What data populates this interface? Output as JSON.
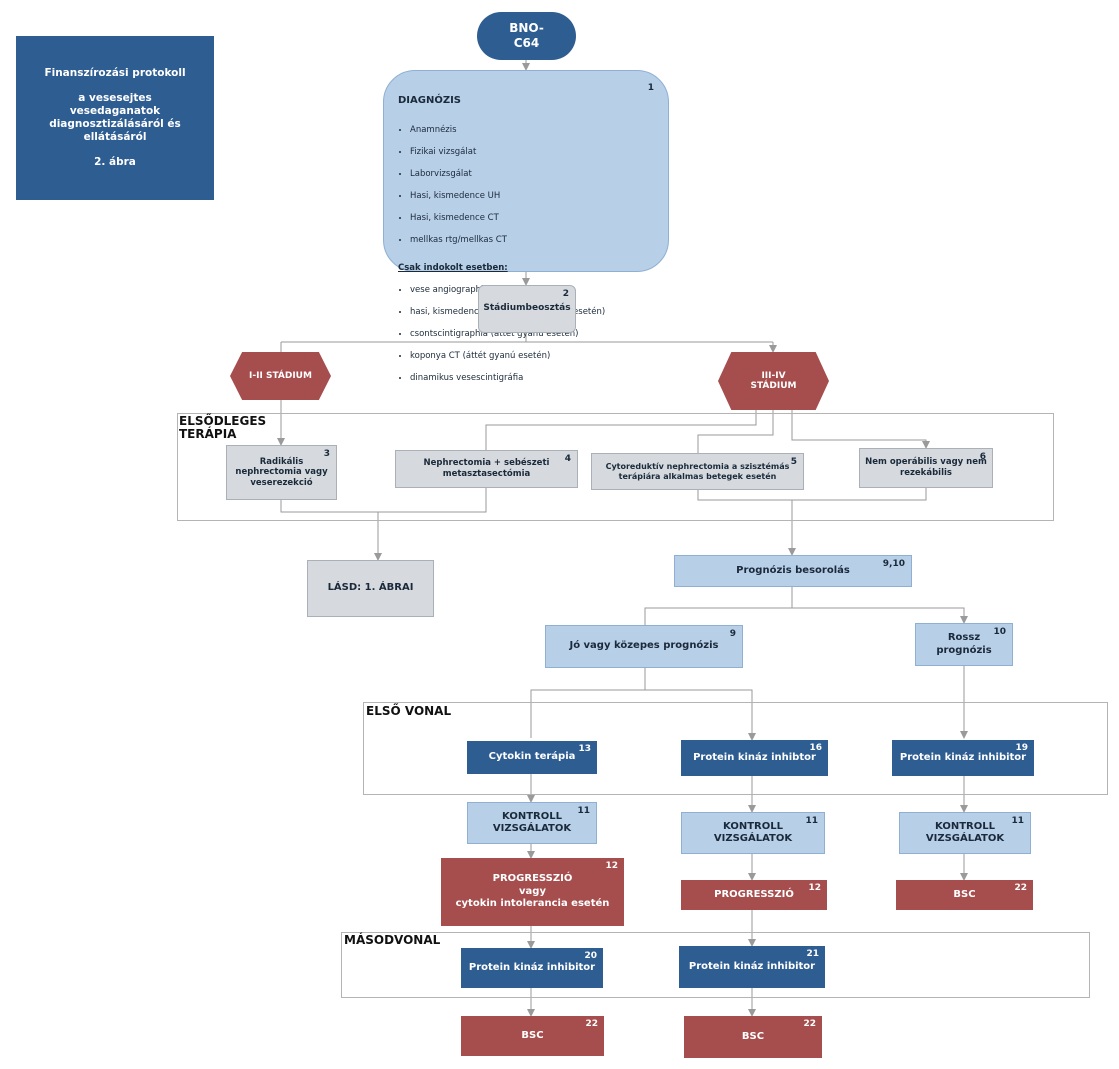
{
  "title_box": {
    "line1": "Finanszírozási protokoll",
    "line2": "a vesesejtes\nvesedaganatok\ndiagnosztizálásáról és\nellátásáról",
    "line3": "2. ábra"
  },
  "start": {
    "label": "BNO-\nC64"
  },
  "diagnosis": {
    "num": "1",
    "title": "DIAGNÓZIS",
    "items": [
      "Anamnézis",
      "Fizikai vizsgálat",
      "Laborvizsgálat",
      "Hasi, kismedence UH",
      "Hasi, kismedence CT",
      "mellkas rtg/mellkas CT"
    ],
    "sub_title": "Csak indokolt esetben:",
    "sub_items": [
      "vese angiographia",
      "hasi, kismedence MR (trombus gyanú esetén)",
      "csontscintigraphia (áttét gyanú esetén)",
      "koponya CT (áttét gyanú esetén)",
      "dinamikus vesescintigráfia"
    ]
  },
  "staging": {
    "num": "2",
    "label": "Stádiumbeosztás"
  },
  "stage_a": {
    "label": "I-II STÁDIUM"
  },
  "stage_b": {
    "label": "III-IV\nSTÁDIUM"
  },
  "regions": {
    "primary": "ELSŐDLEGES\nTERÁPIA",
    "first_line": "ELSŐ VONAL",
    "second_line": "MÁSODVONAL"
  },
  "therapies": [
    {
      "num": "3",
      "label": "Radikális\nnephrectomia vagy\nveserezekció"
    },
    {
      "num": "4",
      "label": "Nephrectomia + sebészeti\nmetasztasectómia"
    },
    {
      "num": "5",
      "label": "Cytoreduktív nephrectomia a szisztémás\nterápiára alkalmas betegek esetén"
    },
    {
      "num": "6",
      "label": "Nem operábilis vagy nem\nrezekábilis"
    }
  ],
  "see_fig": {
    "label": "LÁSD: 1. ÁBRAI"
  },
  "prognosis": {
    "num": "9,10",
    "label": "Prognózis besorolás"
  },
  "good": {
    "num": "9",
    "label": "Jó vagy közepes prognózis"
  },
  "bad": {
    "num": "10",
    "label": "Rossz\nprognózis"
  },
  "first_line_nodes": [
    {
      "num": "13",
      "label": "Cytokin terápia"
    },
    {
      "num": "16",
      "label": "Protein kináz inhibtor"
    },
    {
      "num": "19",
      "label": "Protein kináz inhibitor"
    }
  ],
  "controls": [
    {
      "num": "11",
      "label": "KONTROLL\nVIZSGÁLATOK"
    },
    {
      "num": "11",
      "label": "KONTROLL\nVIZSGÁLATOK"
    },
    {
      "num": "11",
      "label": "KONTROLL\nVIZSGÁLATOK"
    }
  ],
  "progressions": [
    {
      "num": "12",
      "label": "PROGRESSZIÓ\nvagy\ncytokin intolerancia esetén"
    },
    {
      "num": "12",
      "label": "PROGRESSZIÓ"
    },
    {
      "num": "22",
      "label": "BSC"
    }
  ],
  "second_line_nodes": [
    {
      "num": "20",
      "label": "Protein kináz inhibitor"
    },
    {
      "num": "21",
      "label": "Protein kináz inhibitor"
    }
  ],
  "bsc_final": [
    {
      "num": "22",
      "label": "BSC"
    },
    {
      "num": "22",
      "label": "BSC"
    }
  ],
  "colors": {
    "dark_blue": "#2e5d92",
    "light_blue": "#b8cfe8",
    "gray": "#d6dadf",
    "red": "#a64d4d",
    "line": "#9a9a9a"
  }
}
